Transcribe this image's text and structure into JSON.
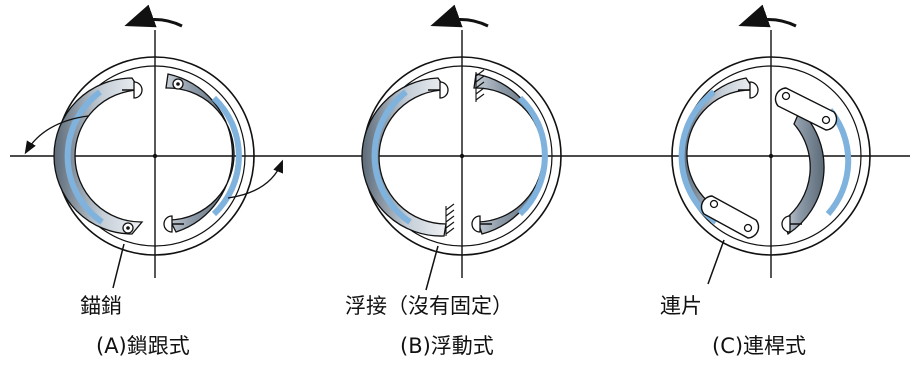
{
  "labels": {
    "a_pointer": "錨銷",
    "b_pointer": "浮接（沒有固定）",
    "c_pointer": "連片",
    "a_caption": "(A)鎖跟式",
    "b_caption": "(B)浮動式",
    "c_caption": "(C)連桿式"
  },
  "colors": {
    "lining": "#7fb2dc",
    "shoe_dark": "#6b7a88",
    "shoe_light": "#dde3e9",
    "line": "#111111",
    "background": "#ffffff"
  },
  "icons": {
    "rotation": "counterclockwise-arrow-icon",
    "pin": "anchor-pin-icon",
    "cylinder": "wheel-cylinder-icon"
  }
}
